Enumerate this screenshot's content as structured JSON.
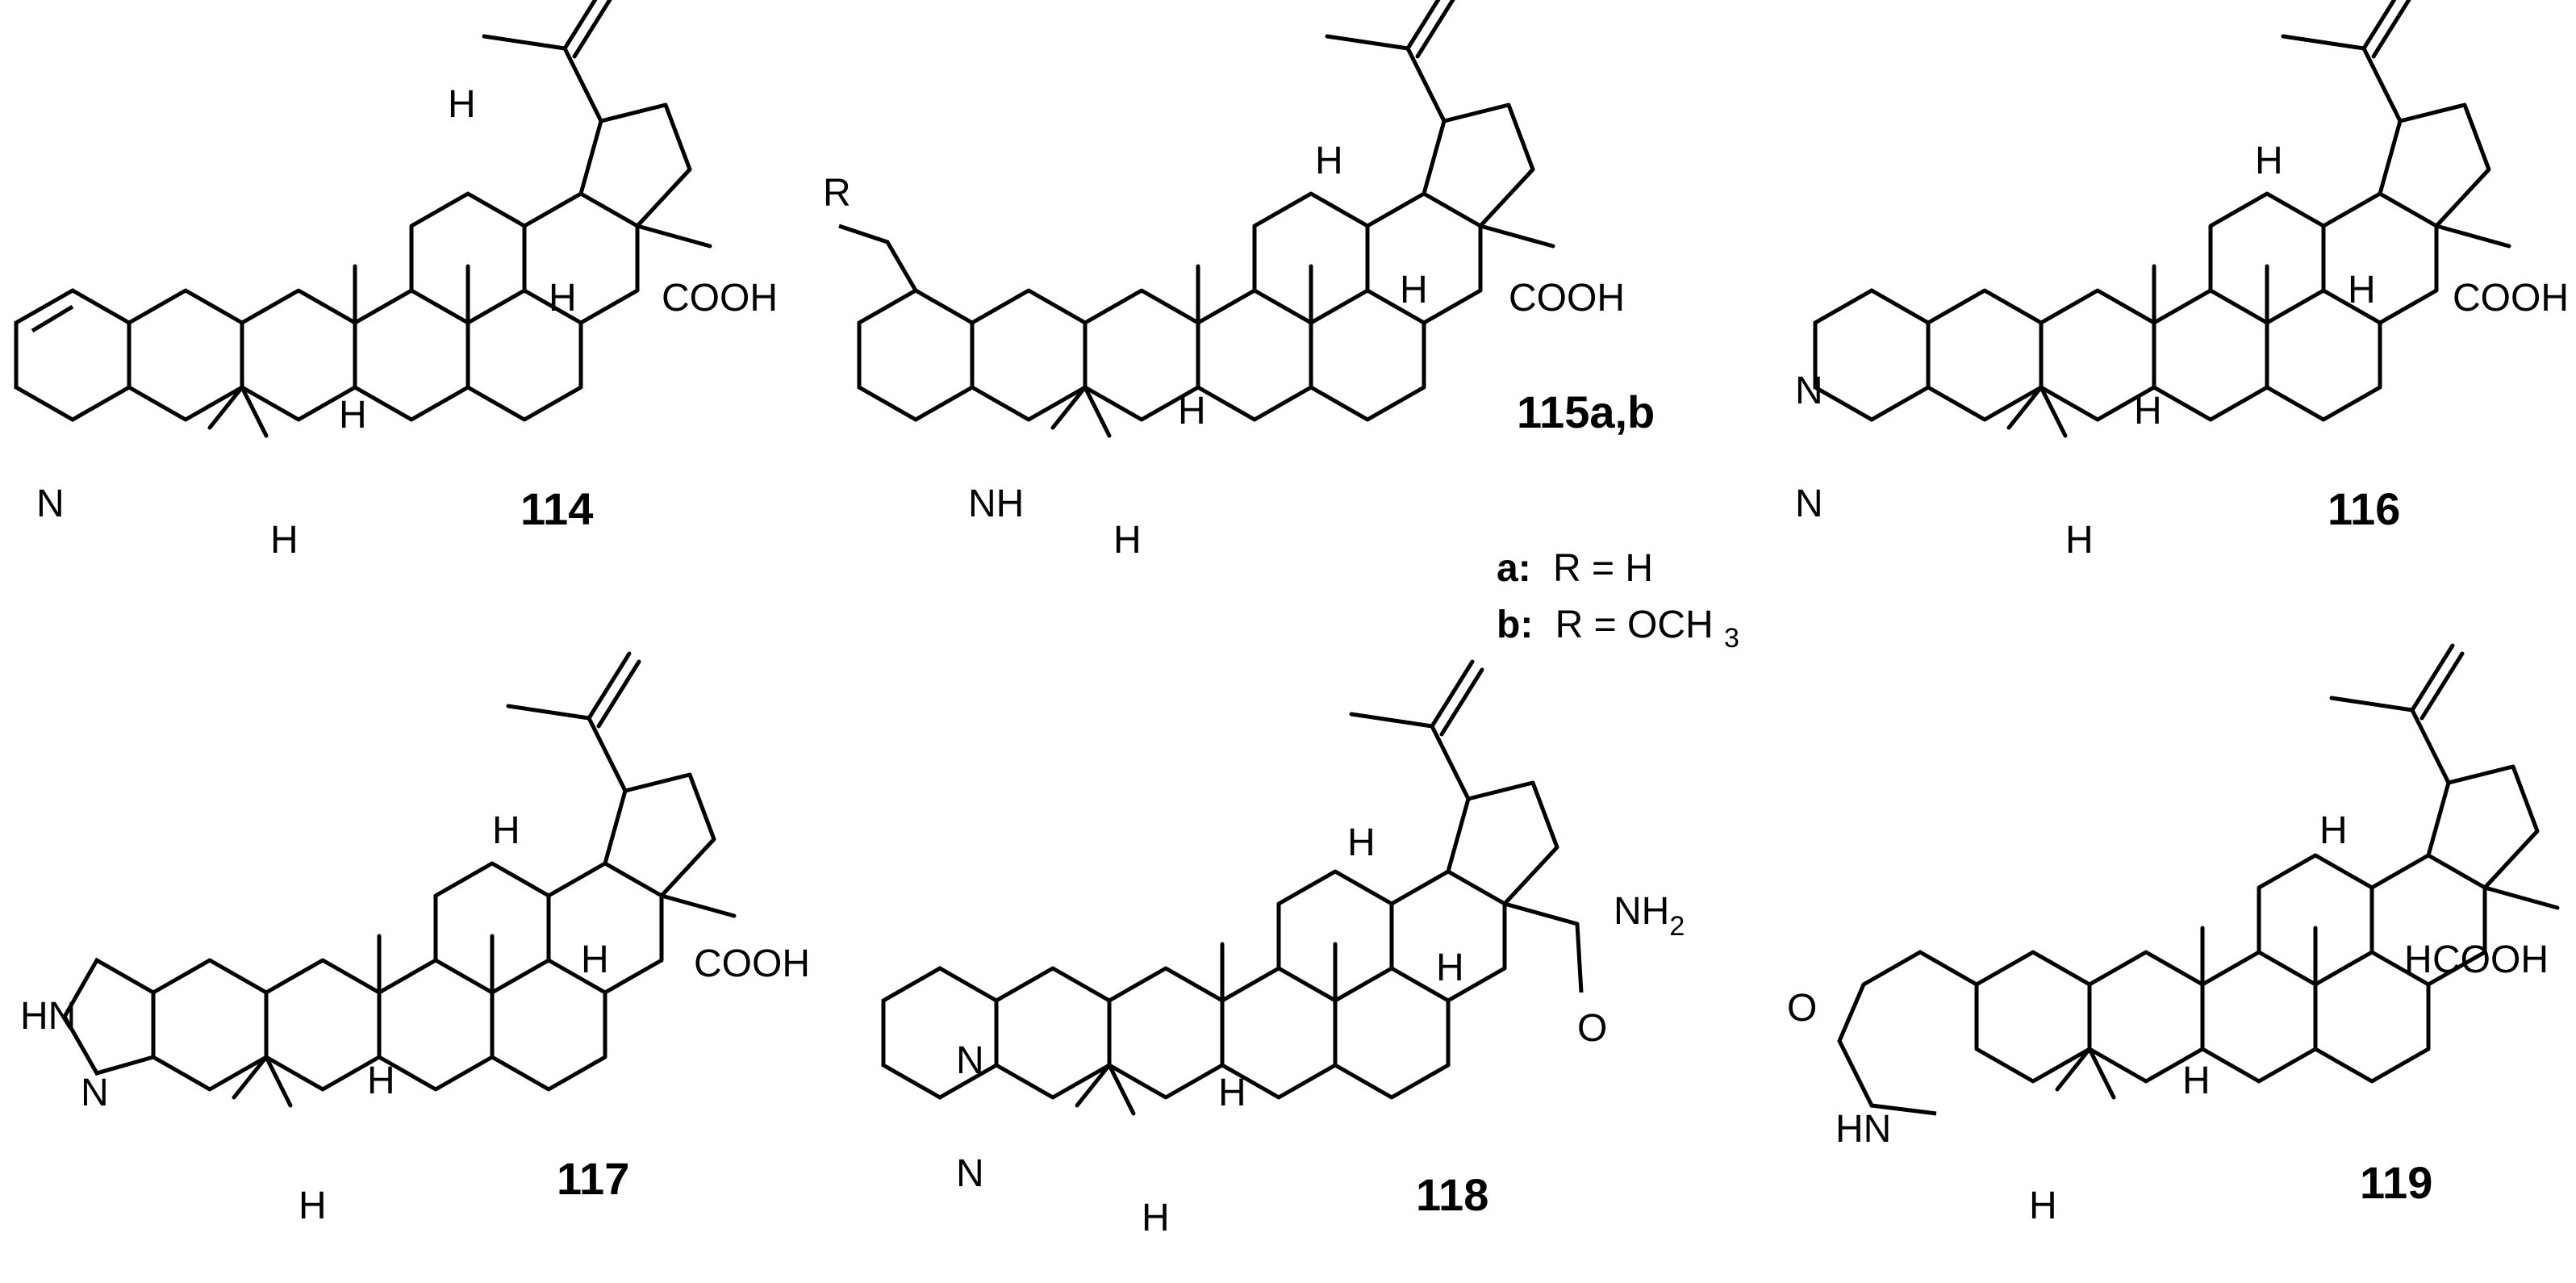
{
  "figure": {
    "compounds": [
      {
        "id": "114",
        "label": "114",
        "substituent": "COOH",
        "heteroatoms": [
          "N"
        ],
        "hydrogens": [
          "H",
          "H",
          "H",
          "H"
        ]
      },
      {
        "id": "115",
        "label": "115a,b",
        "substituent": "COOH",
        "r_group": "R",
        "heteroatoms": [
          "NH"
        ],
        "hydrogens": [
          "H",
          "H",
          "H",
          "H"
        ]
      },
      {
        "id": "116",
        "label": "116",
        "substituent": "COOH",
        "heteroatoms": [
          "N",
          "N"
        ],
        "hydrogens": [
          "H",
          "H",
          "H",
          "H"
        ]
      },
      {
        "id": "117",
        "label": "117",
        "substituent": "COOH",
        "heteroatoms": [
          "HN",
          "N"
        ],
        "hydrogens": [
          "H",
          "H",
          "H",
          "H"
        ]
      },
      {
        "id": "118",
        "label": "118",
        "substituent": "NH",
        "substituent_sub": "2",
        "carbonyl_o": "O",
        "heteroatoms": [
          "N",
          "N"
        ],
        "hydrogens": [
          "H",
          "H",
          "H",
          "H"
        ]
      },
      {
        "id": "119",
        "label": "119",
        "substituent": "COOH",
        "carbonyl_o": "O",
        "heteroatoms": [
          "HN"
        ],
        "hydrogens": [
          "H",
          "H",
          "H",
          "H"
        ]
      }
    ],
    "legend": [
      {
        "key": "a:",
        "text": "R = H",
        "sub": "",
        "tail": ""
      },
      {
        "key": "b:",
        "text": "R = OCH",
        "sub": "3",
        "tail": ""
      }
    ]
  }
}
